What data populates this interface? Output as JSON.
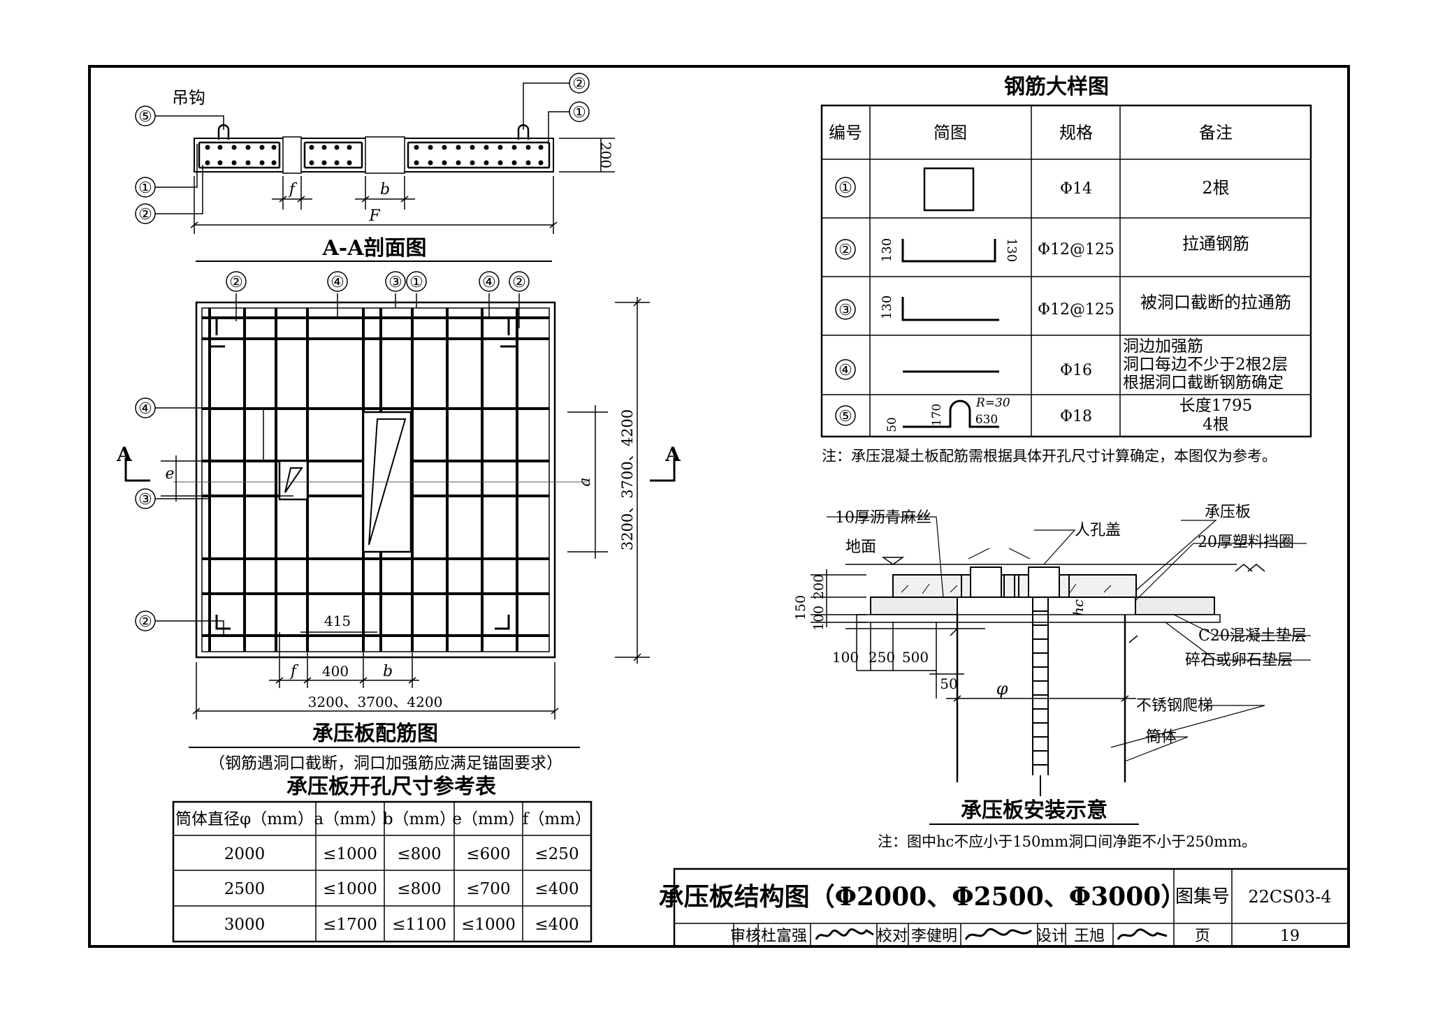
{
  "section": {
    "title": "A-A剖面图",
    "hook_label": "吊钩",
    "dims": {
      "f": "f",
      "b": "b",
      "F": "F",
      "thickness": "200"
    }
  },
  "markers": [
    "①",
    "②",
    "③",
    "④",
    "⑤"
  ],
  "plan": {
    "title": "承压板配筋图",
    "note": "（钢筋遇洞口截断，洞口加强筋应满足锚固要求）",
    "dims": {
      "d415": "415",
      "d400": "400",
      "f": "f",
      "b": "b",
      "width": "3200、3700、4200",
      "height": "3200、3700、4200",
      "a": "a",
      "e": "e",
      "A": "A"
    }
  },
  "detail_table": {
    "title": "钢筋大样图",
    "headers": [
      "编号",
      "简图",
      "规格",
      "备注"
    ],
    "rows": [
      {
        "no": "①",
        "spec": "Φ14",
        "note": [
          "2根"
        ]
      },
      {
        "no": "②",
        "spec": "Φ12@125",
        "note": [
          "拉通钢筋"
        ],
        "dim": "130"
      },
      {
        "no": "③",
        "spec": "Φ12@125",
        "note": [
          "被洞口截断的拉通筋"
        ],
        "dim": "130"
      },
      {
        "no": "④",
        "spec": "Φ16",
        "note": [
          "洞边加强筋",
          "洞口每边不少于2根2层",
          "根据洞口截断钢筋确定"
        ]
      },
      {
        "no": "⑤",
        "spec": "Φ18",
        "note": [
          "长度1795",
          "4根"
        ],
        "dims": {
          "r": "R=30",
          "h": "170",
          "w": "630",
          "t": "50"
        }
      }
    ],
    "footnote": "注：承压混凝土板配筋需根据具体开孔尺寸计算确定，本图仅为参考。"
  },
  "install": {
    "title": "承压板安装示意",
    "labels": {
      "asphalt": "10厚沥青麻丝",
      "ground": "地面",
      "cover": "人孔盖",
      "plate": "承压板",
      "plastic": "20厚塑料挡圈",
      "c20": "C20混凝土垫层",
      "gravel": "碎石或卵石垫层",
      "ladder": "不锈钢爬梯",
      "shaft": "筒体",
      "hc": "hc",
      "phi": "φ"
    },
    "dims": {
      "d200": "200",
      "d150": "150",
      "d100": "100",
      "b100": "100",
      "b250": "250",
      "b500": "500",
      "b50": "50"
    },
    "footnote": "注：图中hc不应小于150mm洞口间净距不小于250mm。"
  },
  "ref_table": {
    "title": "承压板开孔尺寸参考表",
    "headers": [
      "筒体直径φ（mm）",
      "a（mm）",
      "b（mm）",
      "e（mm）",
      "f（mm）"
    ],
    "rows": [
      [
        "2000",
        "≤1000",
        "≤800",
        "≤600",
        "≤250"
      ],
      [
        "2500",
        "≤1000",
        "≤800",
        "≤700",
        "≤400"
      ],
      [
        "3000",
        "≤1700",
        "≤1100",
        "≤1000",
        "≤400"
      ]
    ]
  },
  "title_block": {
    "title": "承压板结构图（Φ2000、Φ2500、Φ3000）",
    "atlas_label": "图集号",
    "atlas_no": "22CS03-4",
    "review_label": "审核",
    "reviewer": "杜富强",
    "check_label": "校对",
    "checker": "李健明",
    "design_label": "设计",
    "designer": "王旭",
    "page_label": "页",
    "page_no": "19"
  }
}
